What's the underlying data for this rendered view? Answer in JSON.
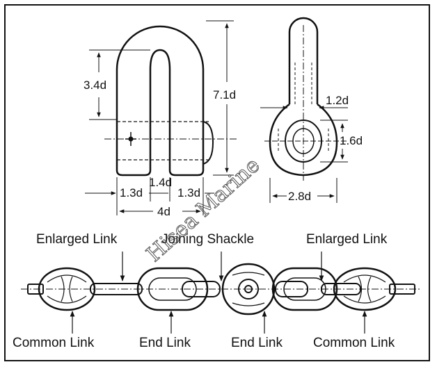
{
  "shackle_dims": {
    "height_inner": "3.4d",
    "height_total": "7.1d",
    "leg": "1.3d",
    "inner_width": "1.4d",
    "leg_right": "1.3d",
    "total_width": "4d"
  },
  "eye_dims": {
    "thickness": "1.2d",
    "hole": "1.6d",
    "width": "2.8d"
  },
  "chain_labels": {
    "enlarged_left": "Enlarged Link",
    "joining": "Joining Shackle",
    "enlarged_right": "Enlarged Link",
    "common_left": "Common Link",
    "end_left": "End Link",
    "end_right": "End Link",
    "common_right": "Common Link"
  },
  "watermark": "Hisea Marine"
}
